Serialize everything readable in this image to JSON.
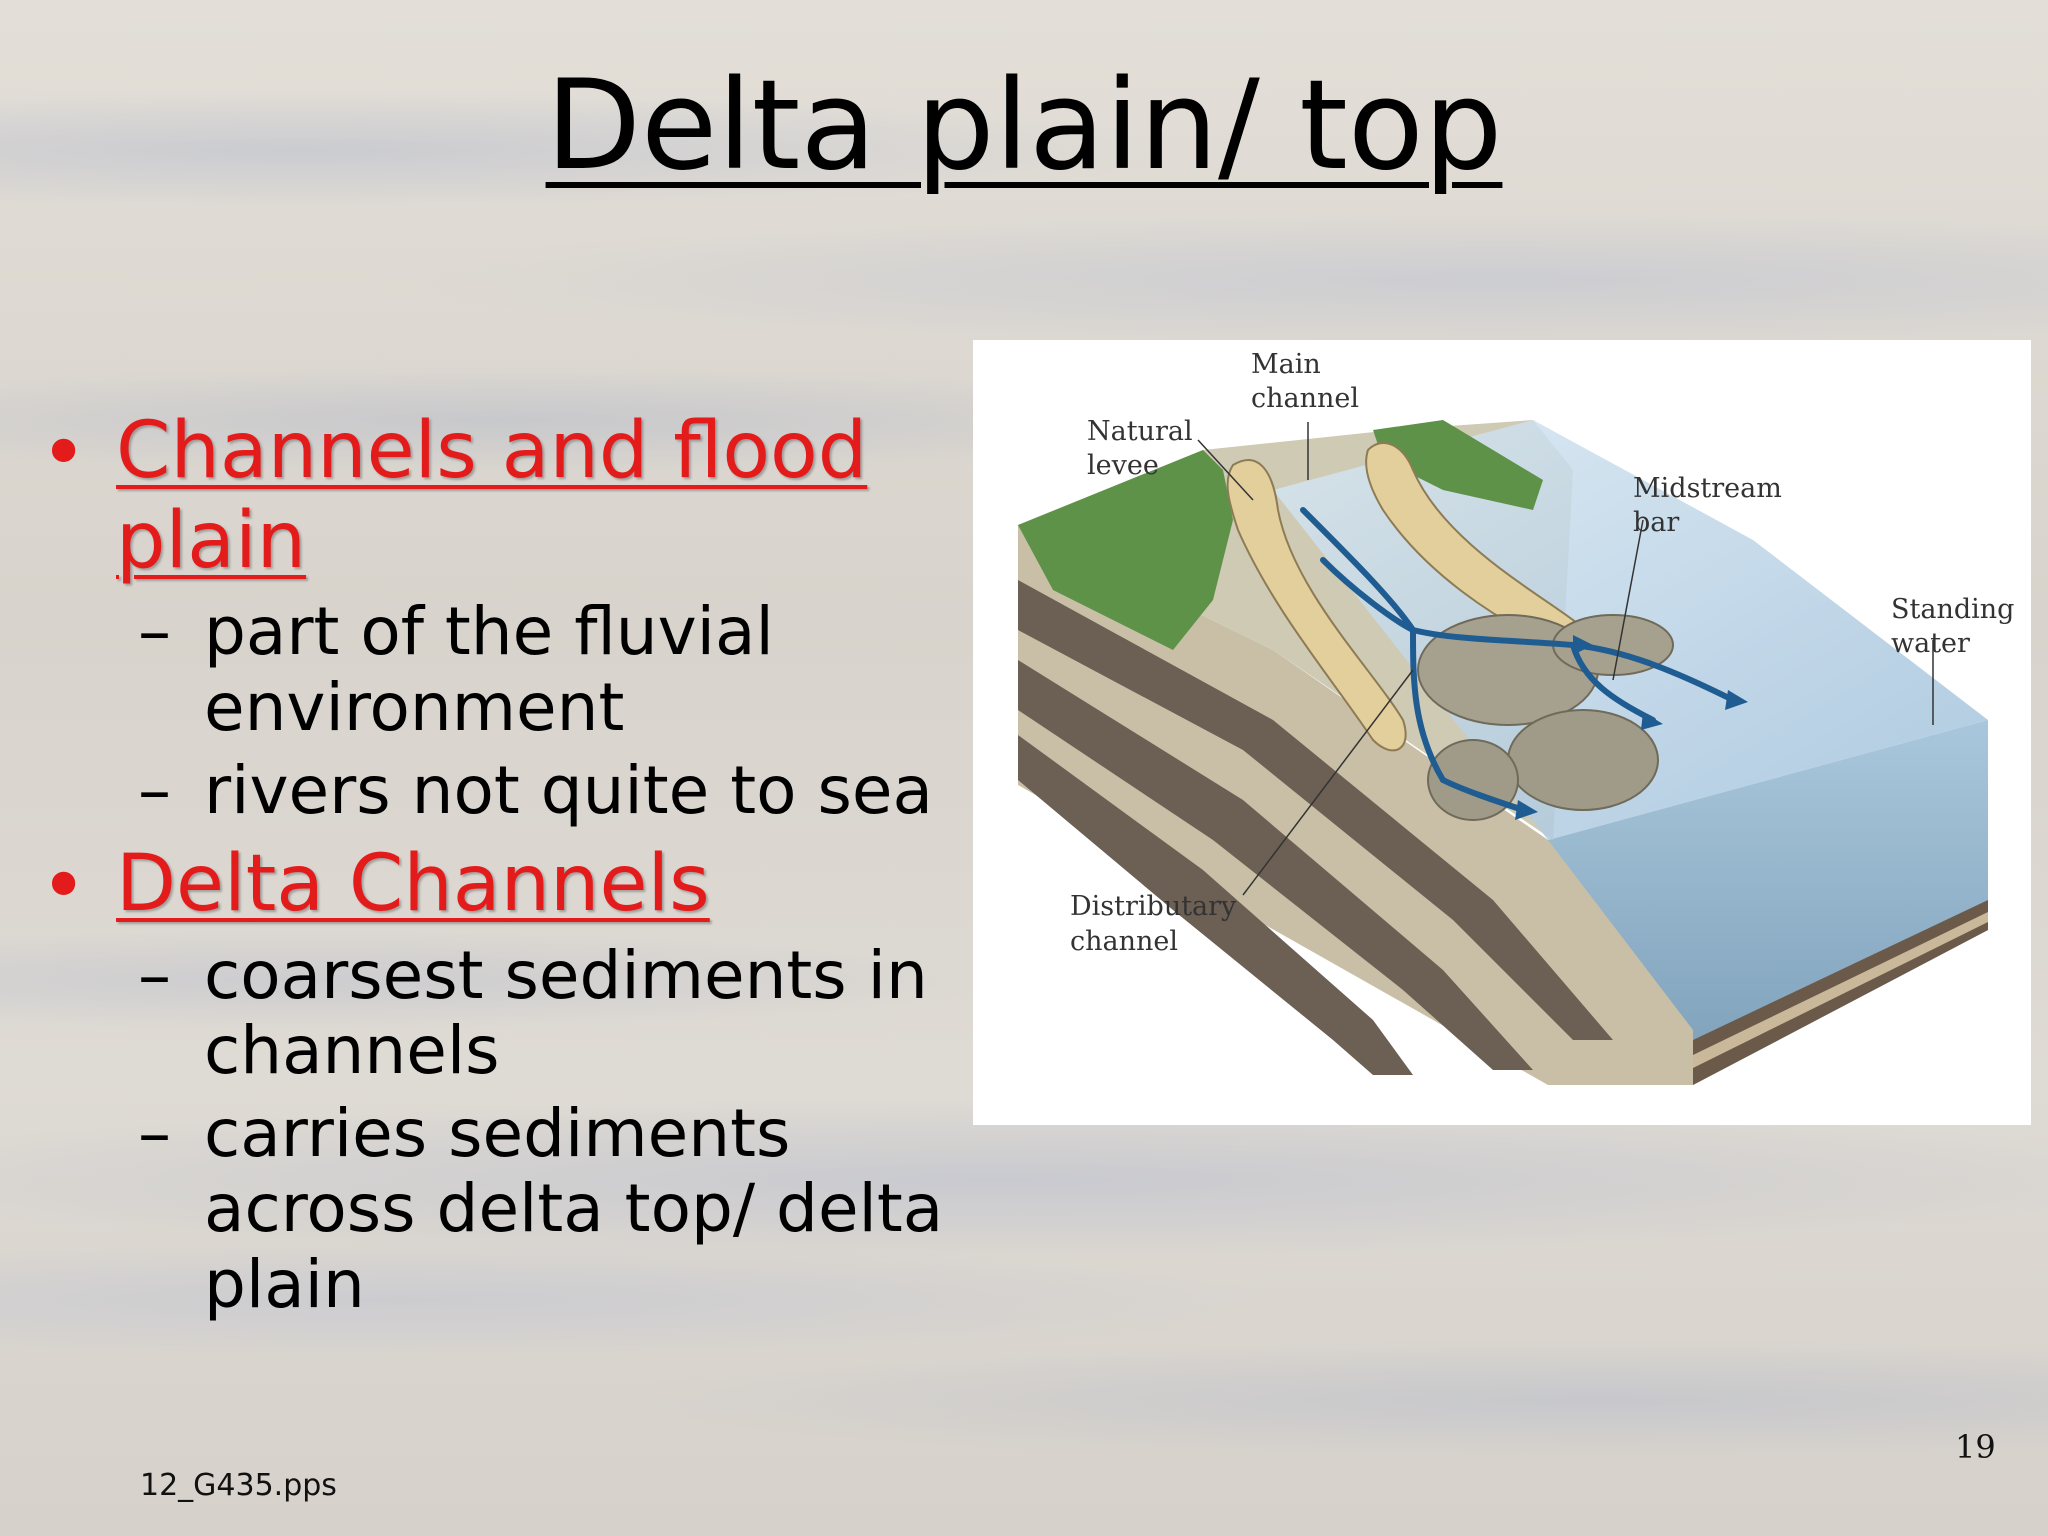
{
  "slide": {
    "title": "Delta plain/ top",
    "bullets": [
      {
        "heading": "Channels and flood plain",
        "subitems": [
          "part of the fluvial environment",
          "rivers not quite to sea"
        ]
      },
      {
        "heading": "Delta Channels",
        "subitems": [
          "coarsest sediments in channels",
          "carries sediments across delta top/ delta plain"
        ]
      }
    ],
    "dash": "–",
    "bullet_glyph": "•"
  },
  "figure": {
    "labels": {
      "main_channel_1": "Main",
      "main_channel_2": "channel",
      "natural_levee_1": "Natural",
      "natural_levee_2": "levee",
      "midstream_bar_1": "Midstream",
      "midstream_bar_2": "bar",
      "standing_water_1": "Standing",
      "standing_water_2": "water",
      "distributary_1": "Distributary",
      "distributary_2": "channel"
    },
    "colors": {
      "water": "#b9d3e6",
      "grass": "#5e9249",
      "levee": "#e2cf9c",
      "sediment": "#a6a08e",
      "arrow": "#1f5c92"
    }
  },
  "footer": {
    "filename": "12_G435.pps",
    "page_number": "19"
  }
}
